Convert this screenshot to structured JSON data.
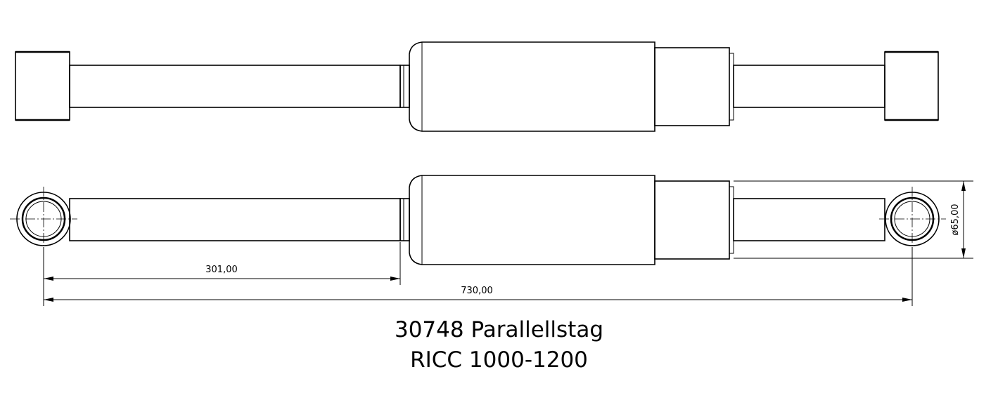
{
  "drawing": {
    "title_line1": "30748 Parallellstag",
    "title_line2": "RICC 1000-1200",
    "dim_rod_length": "301,00",
    "dim_total_length": "730,00",
    "dim_diameter": "ø65,00"
  }
}
